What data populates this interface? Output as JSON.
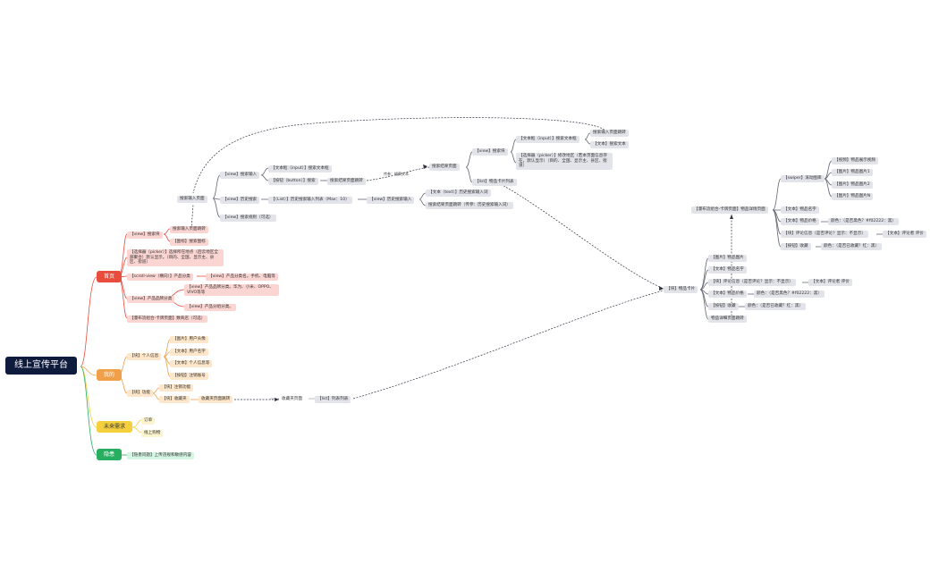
{
  "root": "线上宣传平台",
  "branches": {
    "home": "首页",
    "mine": "我的",
    "future": "未来需求",
    "privacy": "隐患"
  },
  "home": {
    "search_view": "【view】搜索块",
    "search_jump": "搜索输入页面跳转",
    "search_jump_sub": "【图标】搜索图标",
    "picker": "【选择器（picker）】选择所在地点（后云地区全部聚合）默认显示。（目的、全国、显示主、县区、街道）",
    "scroll": "【scroll-view（横向）】产品分类",
    "scroll_sub": "【view】产品分类名。手机、电脑等",
    "brand_view": "【view】产品品牌分类",
    "brand_sub1": "【view】产品品牌分类。华为、小米、OPPO、VIVO等等",
    "brand_sub2": "【view】产品分组分类。",
    "mixed": "【瀑布流组合-卡牌页面】数商店（可选）"
  },
  "search_page": {
    "title": "搜索输入页面",
    "input_view": "【view】搜索输入",
    "input_box": "【文本框（input）】搜索文本框",
    "button": "【按钮（button）】搜索",
    "btn_jump": "搜索结果页面跳转",
    "param": "传参：搜索文本",
    "history_view": "【view】历史搜索",
    "history_list": "【（List）】历史搜索输入列表（Max：10）",
    "history_item": "【view】历史搜索输入",
    "history_clear": "【view】搜索规则（可选）"
  },
  "result_page": {
    "title": "搜索结果页面",
    "view": "【view】搜索块",
    "input": "【文本框（input）】搜索文本框",
    "input_jump": "搜索输入页面跳转",
    "text": "【文本】搜索文本",
    "picker": "【选择器（picker）】修改地区（若本页面信息存在，默认显示）（目的、全国、显示主、县区、街道）",
    "list": "【list】物品卡片列表",
    "hist_text": "【文本（text）】历史搜索输入词",
    "hist_jump": "搜索结果页面跳转（传参：历史搜索输入词）"
  },
  "detail_page": {
    "title": "【瀑布流组合-卡牌页面】物品详情页面",
    "swiper": "【swiper】滚动图库",
    "swiper_items": [
      "【视频】物品展示视频",
      "【图片】物品图片1",
      "【图片】物品图片2",
      "【图片】物品图片N"
    ],
    "name": "【文本】物品名字",
    "price": "【文本】物品价格",
    "price_color": "颜色：（是否黑色？#f02222：黑）",
    "tags": "【块】评论信息（是否评论？显示：不显示）",
    "tags_text": "【文本】评论者 评价",
    "btn": "【按钮】收藏",
    "btn_color": "颜色：（是否已收藏？红：黑）"
  },
  "card": {
    "title": "【块】物品卡片",
    "items": [
      "【图片】物品图片",
      "【文本】物品名字",
      "【块】评论信息（是否评论？显示：不显示）",
      "【文本】物品价格",
      "【按钮】收藏",
      "物品详细页面跳转"
    ],
    "comment_text": "【文本】评论者 评价",
    "price_color": "颜色：（是否黑色？#f02222：黑）",
    "btn_color": "颜色：（是否已收藏？红：黑）"
  },
  "mine": {
    "info": "【块】个人信息",
    "info_items": [
      "【图片】用户头像",
      "【文本】用户名字",
      "【文本】个人信息等",
      "【按钮】注销账号"
    ],
    "func": "【块】功能",
    "func_items": [
      "【块】注销功能",
      "【块】收藏夹"
    ],
    "fav_jump": "收藏夹页面跳转",
    "fav_page": "收藏夹页面",
    "fav_list": "【list】列表列表"
  },
  "future": {
    "items": [
      "订单",
      "线上购物"
    ]
  },
  "privacy": {
    "item": "【隐患问题】上传违规和敏感内容"
  }
}
